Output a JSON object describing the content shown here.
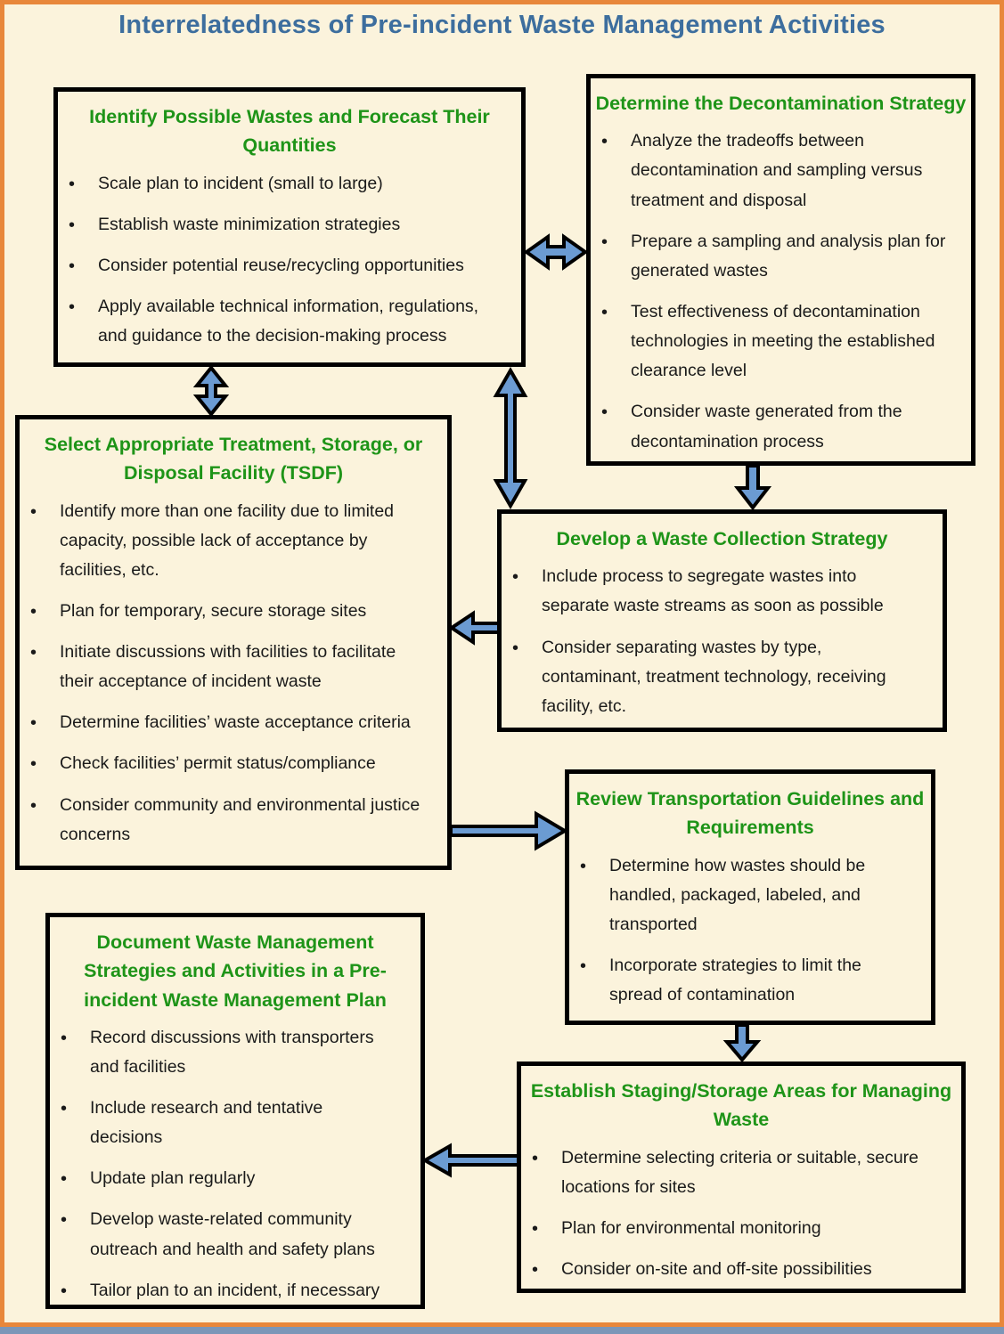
{
  "page": {
    "title": "Interrelatedness of Pre-incident Waste Management Activities"
  },
  "colors": {
    "page_bg": "#FBF3DC",
    "page_border": "#E8873B",
    "title_text": "#3D6E9E",
    "heading_text": "#1E9418",
    "body_text": "#1A1A1A",
    "box_border": "#000000",
    "arrow_fill": "#6B9BD2",
    "arrow_outline": "#000000",
    "bottom_strip": "#7B96B8"
  },
  "boxes": {
    "identify": {
      "title": "Identify Possible Wastes and Forecast Their Quantities",
      "bullets": [
        "Scale plan to incident (small to large)",
        "Establish waste minimization strategies",
        "Consider potential reuse/recycling opportunities",
        "Apply available technical information, regulations, and guidance to the decision-making process"
      ]
    },
    "decontamination": {
      "title": "Determine the Decontamination Strategy",
      "bullets": [
        "Analyze the tradeoffs between decontamination and sampling versus treatment and disposal",
        "Prepare a sampling and analysis plan for generated wastes",
        "Test effectiveness of decontamination technologies in meeting the established clearance level",
        "Consider waste generated from the decontamination process"
      ]
    },
    "tsdf": {
      "title": "Select Appropriate Treatment, Storage, or Disposal Facility (TSDF)",
      "bullets": [
        "Identify more than one facility due to limited capacity, possible lack of acceptance by facilities, etc.",
        "Plan for temporary, secure storage sites",
        "Initiate discussions with facilities to facilitate their acceptance of incident waste",
        "Determine facilities’ waste acceptance criteria",
        "Check facilities’ permit status/compliance",
        "Consider community and environmental justice concerns"
      ]
    },
    "collection": {
      "title": "Develop a Waste Collection Strategy",
      "bullets": [
        "Include process to segregate wastes into separate waste streams as soon as possible",
        "Consider separating wastes by type, contaminant, treatment technology, receiving facility, etc."
      ]
    },
    "transportation": {
      "title": "Review Transportation Guidelines and Requirements",
      "bullets": [
        "Determine how wastes should be handled, packaged, labeled, and transported",
        "Incorporate strategies to limit the spread of contamination"
      ]
    },
    "document": {
      "title": "Document Waste Management Strategies and Activities in a Pre-incident Waste Management Plan",
      "bullets": [
        "Record discussions with transporters and facilities",
        "Include research and tentative decisions",
        "Update plan regularly",
        "Develop waste-related community outreach and health and safety plans",
        "Tailor plan to an incident, if necessary"
      ]
    },
    "staging": {
      "title": "Establish Staging/Storage Areas for Managing Waste",
      "bullets": [
        "Determine selecting criteria or suitable, secure locations for sites",
        "Plan for environmental monitoring",
        "Consider on-site and off-site possibilities"
      ]
    }
  },
  "arrows": [
    {
      "from": "identify",
      "to": "decontamination",
      "bidirectional": true
    },
    {
      "from": "identify",
      "to": "tsdf",
      "bidirectional": true
    },
    {
      "from": "identify",
      "to": "collection",
      "bidirectional": true
    },
    {
      "from": "decontamination",
      "to": "collection",
      "bidirectional": false
    },
    {
      "from": "collection",
      "to": "tsdf",
      "bidirectional": false
    },
    {
      "from": "tsdf",
      "to": "transportation",
      "bidirectional": false
    },
    {
      "from": "transportation",
      "to": "staging",
      "bidirectional": false
    },
    {
      "from": "staging",
      "to": "document",
      "bidirectional": false
    }
  ]
}
